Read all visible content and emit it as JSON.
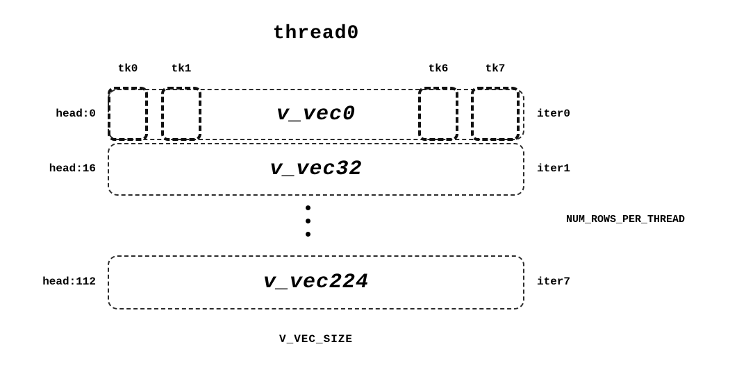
{
  "title": "thread0",
  "tk_labels": [
    "tk0",
    "tk1",
    "tk6",
    "tk7"
  ],
  "rows": [
    {
      "head": "head:0",
      "vec": "v_vec0",
      "iter": "iter0"
    },
    {
      "head": "head:16",
      "vec": "v_vec32",
      "iter": "iter1"
    },
    {
      "head": "head:112",
      "vec": "v_vec224",
      "iter": "iter7"
    }
  ],
  "side_label": "NUM_ROWS_PER_THREAD",
  "bottom_label": "V_VEC_SIZE",
  "ellipsis": "⋮",
  "colors": {
    "foreground": "#000000",
    "background": "#ffffff"
  }
}
